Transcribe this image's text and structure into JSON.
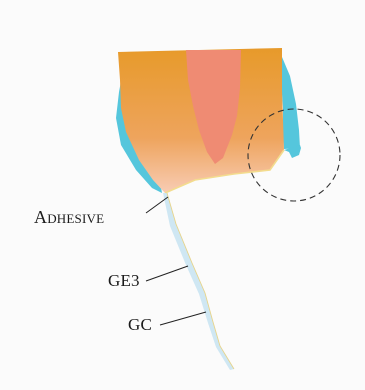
{
  "labels": {
    "adhesive": "Adhesive",
    "ge3": "GE3",
    "gc": "GC"
  },
  "colors": {
    "crown_orange": "#e79a2a",
    "crown_gradient_bottom": "#f7c9ad",
    "pulp": "#ef8b73",
    "cyan_layer": "#55c6dc",
    "adhesive_line": "#f3dc8e",
    "fiber": "#cfe7f3",
    "background": "#fbfbfb"
  }
}
